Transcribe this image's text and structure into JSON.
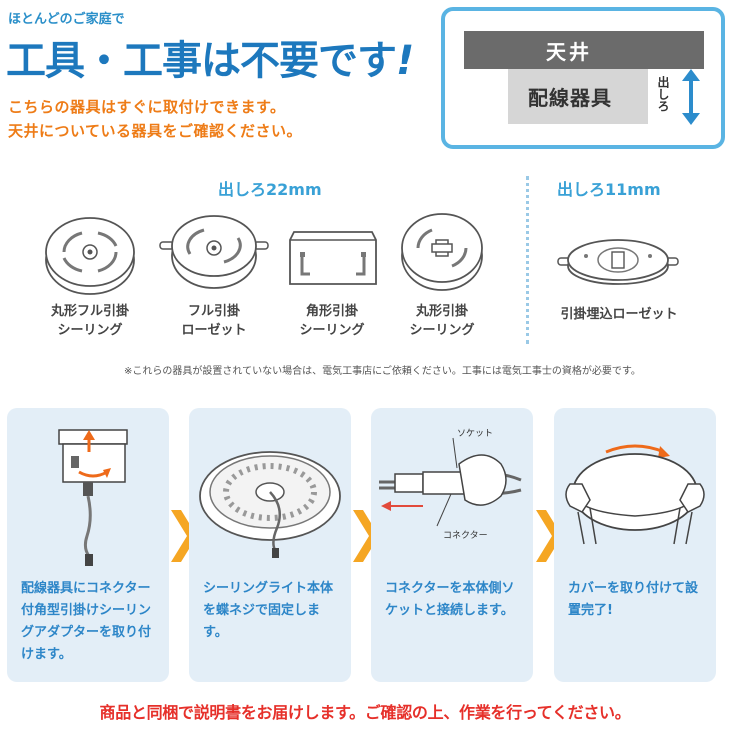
{
  "header": {
    "lead": "ほとんどのご家庭で",
    "headline": "工具・工事は不要です",
    "headline_mark": "!",
    "sub1": "こちらの器具はすぐに取付けできます。",
    "sub2": "天井についている器具をご確認ください。"
  },
  "ceiling_diagram": {
    "ceiling_label": "天井",
    "fixture_label": "配線器具",
    "protrusion_label": "出しろ"
  },
  "fixtures": {
    "group_22": "出しろ22mm",
    "group_11": "出しろ11mm",
    "items": [
      {
        "line1": "丸形フル引掛",
        "line2": "シーリング"
      },
      {
        "line1": "フル引掛",
        "line2": "ローゼット"
      },
      {
        "line1": "角形引掛",
        "line2": "シーリング"
      },
      {
        "line1": "丸形引掛",
        "line2": "シーリング"
      },
      {
        "line1": "引掛埋込ローゼット",
        "line2": ""
      }
    ],
    "note": "※これらの器具が設置されていない場合は、電気工事店にご依頼ください。工事には電気工事士の資格が必要です。"
  },
  "steps": [
    {
      "text": "配線器具にコネクター付角型引掛けシーリングアダプターを取り付けます。"
    },
    {
      "text": "シーリングライト本体を蝶ネジで固定します。"
    },
    {
      "text": "コネクターを本体側ソケットと接続します。",
      "socket_label": "ソケット",
      "connector_label": "コネクター"
    },
    {
      "text": "カバーを取り付けて設置完了!"
    }
  ],
  "footer": "商品と同梱で説明書をお届けします。ご確認の上、作業を行ってください。",
  "colors": {
    "blue_heading": "#1d78bd",
    "orange_sub": "#ee7c17",
    "step_bg": "#e3eef7",
    "chevron": "#f5a623",
    "footer_red": "#e6302a"
  }
}
